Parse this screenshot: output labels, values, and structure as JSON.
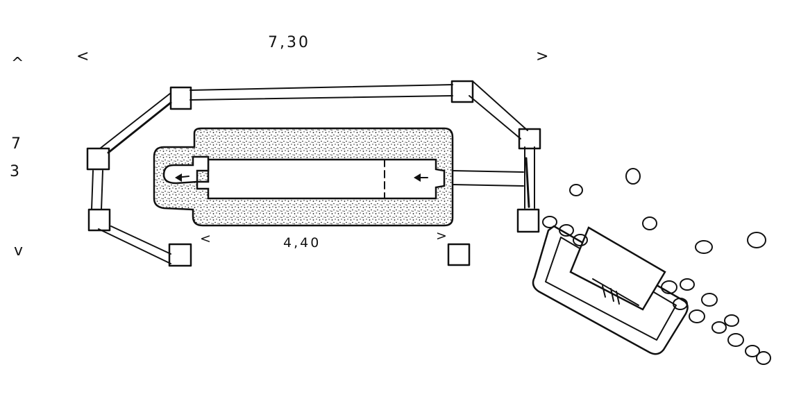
{
  "dimensions": {
    "outer_length": "7,30",
    "outer_width": "7",
    "outer_width_unit_digit": "3",
    "inner_length": "4,40"
  },
  "marks": {
    "arrow_left_tick": "<",
    "arrow_right_tick": ">",
    "arrow_up_tick": "^",
    "arrow_down_tick": "v"
  },
  "colors": {
    "ink": "#111111",
    "paper": "#ffffff"
  }
}
